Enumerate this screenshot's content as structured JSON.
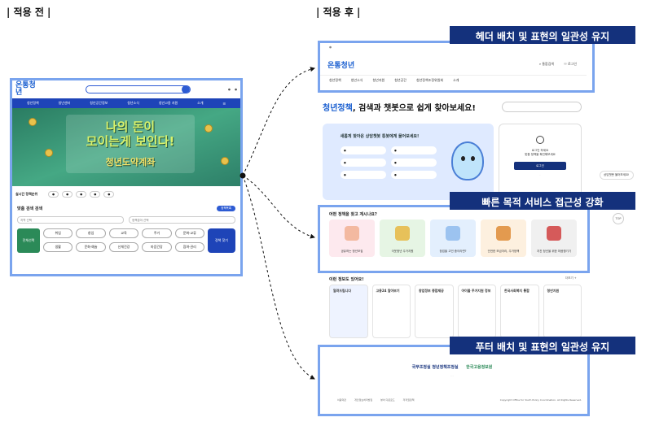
{
  "labels": {
    "before": "| 적용 전 |",
    "after": "| 적용 후 |"
  },
  "callouts": {
    "header": "헤더 배치 및 표현의 일관성 유지",
    "service": "빠른 목적 서비스 접근성 강화",
    "footer": "푸터 배치 및 표현의 일관성 유지"
  },
  "before": {
    "logo": "온통청년",
    "nav": [
      "청년정책",
      "청년센터",
      "청년공간정보",
      "청년소식",
      "청년고용 지원",
      "소개"
    ],
    "banner_line1": "나의 돈이",
    "banner_line2": "모이는게 보인다!",
    "banner_line3": "청년도약계좌",
    "quick_title": "실시간 정책순위",
    "match_title": "맞춤 검색 검색",
    "match_badge": "정책목록",
    "select_left": "지역 선택",
    "select_right": "정책분야 선택",
    "all_button": "전체선택",
    "search_button": "정책 찾기",
    "pills": [
      "취업",
      "창업",
      "교육",
      "주거",
      "문화·교류",
      "생활",
      "문화·예술",
      "신체건강",
      "마음건강",
      "참여·권리"
    ]
  },
  "after": {
    "logo": "온통청년",
    "header_right": [
      "통합검색",
      "로그인"
    ],
    "nav": [
      "청년정책",
      "청년소식",
      "청년지원",
      "청년공간",
      "청년정책조정위원회",
      "소개"
    ],
    "hero_accent": "청년정책",
    "hero_rest": ", 검색과 챗봇으로 쉽게 찾아보세요!",
    "chat_question": "새롭게 찾아온 상담챗봇 통봇에게 물어보세요!",
    "login_title": "로그인 하세요",
    "login_sub": "맞춤 정책을 확인해보세요",
    "login_button": "로그인",
    "side_badge": "상담챗봇 물어보세요!",
    "top_button": "TOP",
    "service_title": "어떤 정책을 찾고 계시나요?",
    "service_cards": [
      "공유하는 청년모집",
      "이웃청년 주거지원",
      "창업을 고민 중이라면?",
      "안전한 보금자리, 주거정책",
      "지친 청년을 위한 마음챙기기"
    ],
    "info_title": "이런 정보도 있어요!",
    "info_more": "더보기 +",
    "info_cards": [
      "알려드립니다",
      "고용24 알아보기",
      "창업정보 종합제공",
      "아이돌 주거지원 정보",
      "한국사회복지 통합",
      "청년지원"
    ],
    "footer_org1": "국무조정실 청년정책조정실",
    "footer_org2": "한국고용정보원",
    "footer_links": [
      "이용약관",
      "개인정보처리방침",
      "뷰어 다운로드",
      "저작권정책"
    ],
    "footer_copy": "Copyright Office for Youth Policy Coordination. All Rights Reserved."
  }
}
